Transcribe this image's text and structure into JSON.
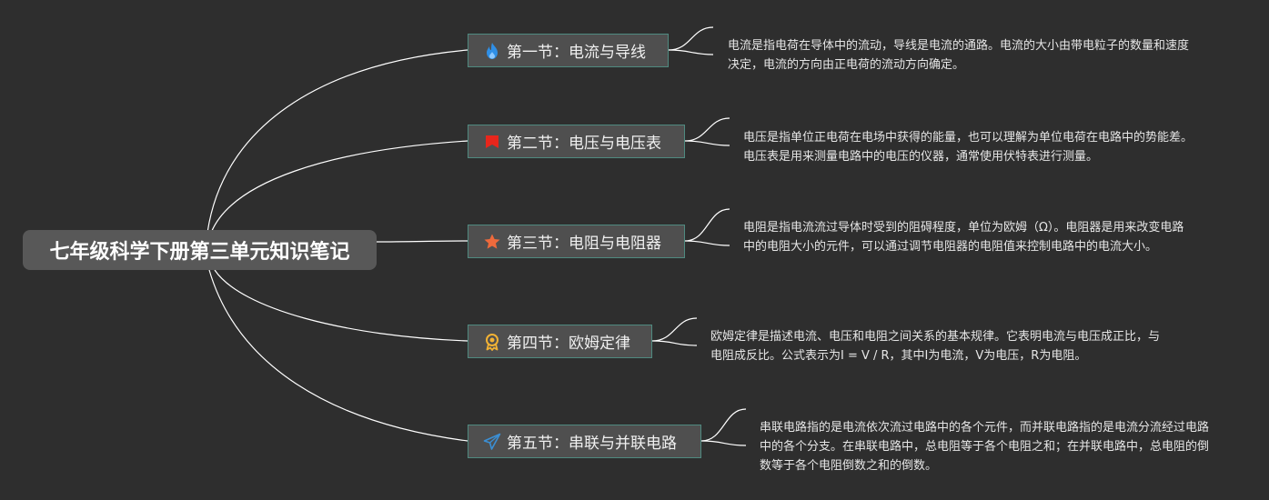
{
  "root": {
    "title": "七年级科学下册第三单元知识笔记"
  },
  "topics": [
    {
      "title": "第一节：电流与导线",
      "icon": "flame-icon",
      "icon_color": "#2f8fe6",
      "note": "电流是指电荷在导体中的流动，导线是电流的通路。电流的大小由带电粒子的数量和速度决定，电流的方向由正电荷的流动方向确定。"
    },
    {
      "title": "第二节：电压与电压表",
      "icon": "flag-icon",
      "icon_color": "#e8261c",
      "note": "电压是指单位正电荷在电场中获得的能量，也可以理解为单位电荷在电路中的势能差。电压表是用来测量电路中的电压的仪器，通常使用伏特表进行测量。"
    },
    {
      "title": "第三节：电阻与电阻器",
      "icon": "star-icon",
      "icon_color": "#ee6a3c",
      "note": "电阻是指电流流过导体时受到的阻碍程度，单位为欧姆（Ω）。电阻器是用来改变电路中的电阻大小的元件，可以通过调节电阻器的电阻值来控制电路中的电流大小。"
    },
    {
      "title": "第四节：欧姆定律",
      "icon": "award-icon",
      "icon_color": "#f2b234",
      "note": "欧姆定律是描述电流、电压和电阻之间关系的基本规律。它表明电流与电压成正比，与电阻成反比。公式表示为I = V / R，其中I为电流，V为电压，R为电阻。"
    },
    {
      "title": "第五节：串联与并联电路",
      "icon": "paper-plane-icon",
      "icon_color": "#3b8fd4",
      "note": "串联电路指的是电流依次流过电路中的各个元件，而并联电路指的是电流分流经过电路中的各个分支。在串联电路中，总电阻等于各个电阻之和；在并联电路中，总电阻的倒数等于各个电阻倒数之和的倒数。"
    }
  ],
  "colors": {
    "background": "#2e2e2e",
    "root_fill": "#585858",
    "topic_fill": "#4f4f4f",
    "topic_border": "#4f8a80",
    "connector": "#ffffff",
    "text": "#e6e6e6"
  }
}
